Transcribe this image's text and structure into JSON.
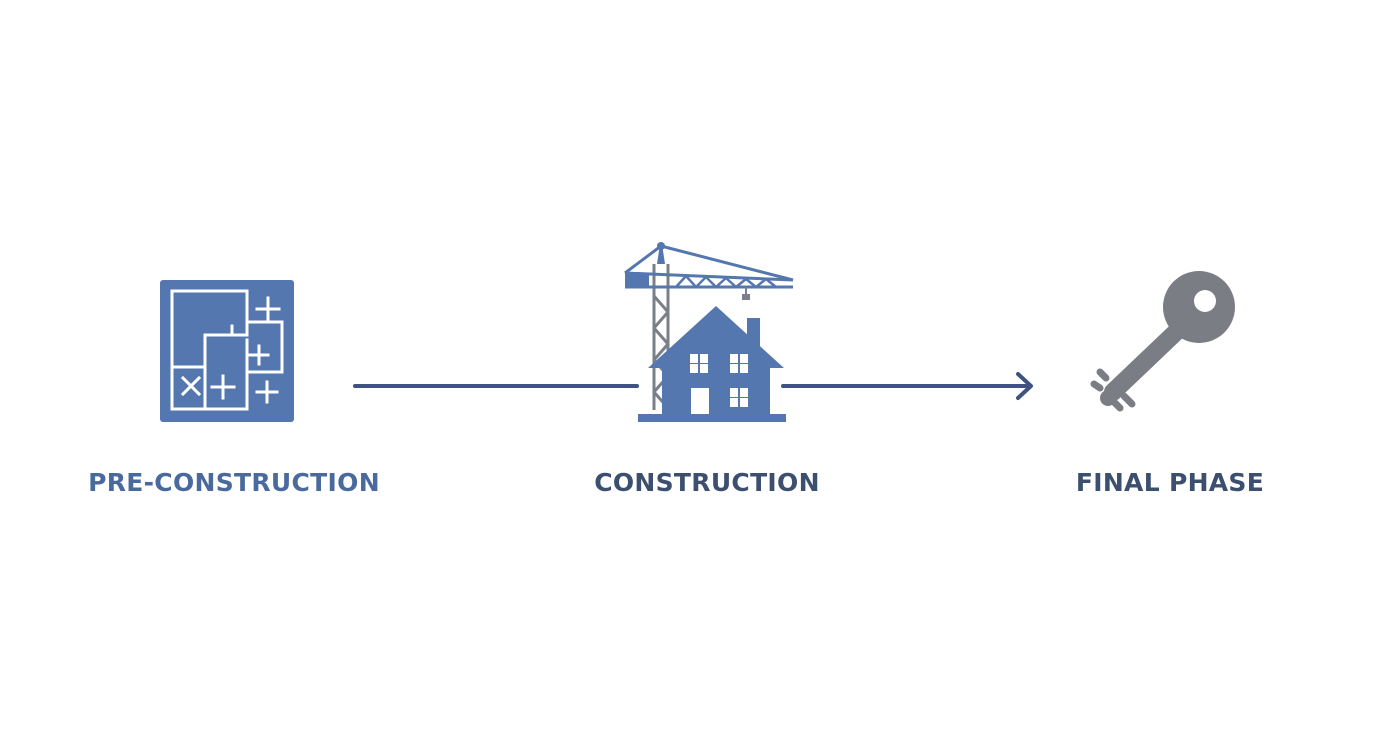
{
  "diagram": {
    "stages": [
      {
        "label": "PRE-CONSTRUCTION",
        "icon": "blueprint-icon"
      },
      {
        "label": "CONSTRUCTION",
        "icon": "crane-house-icon"
      },
      {
        "label": "FINAL PHASE",
        "icon": "key-icon"
      }
    ],
    "colors": {
      "primary_blue": "#5577b0",
      "arrow_navy": "#3e5382",
      "crane_gray": "#7a7f8a",
      "key_gray": "#7b7d84",
      "label_blue": "#4a6a9e",
      "label_dark": "#3c4f6e",
      "background": "#ffffff"
    }
  }
}
